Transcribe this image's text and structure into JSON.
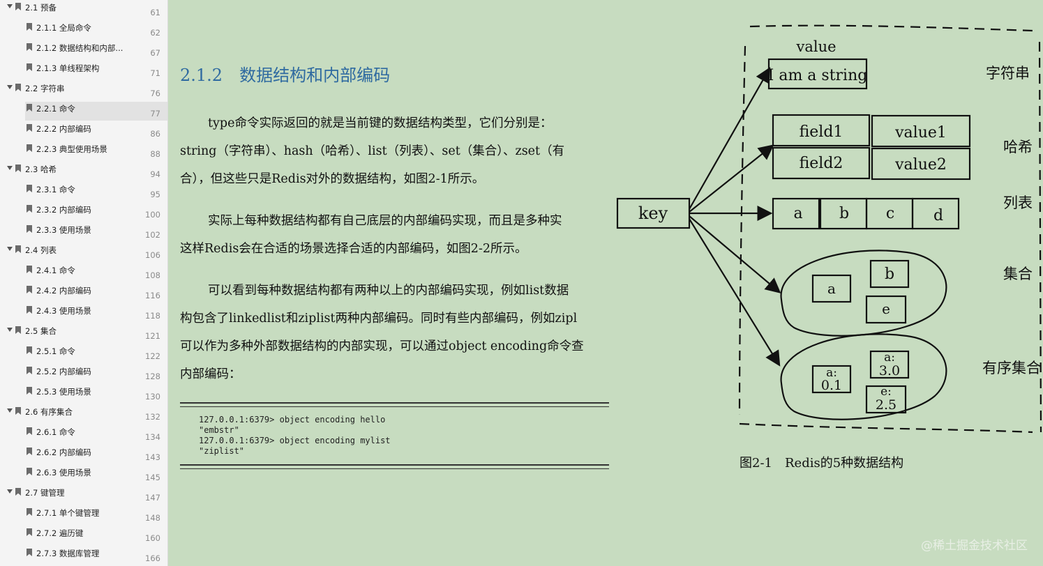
{
  "toc": [
    {
      "level": 1,
      "label": "2.1 预备",
      "page": "61",
      "expanded": true
    },
    {
      "level": 2,
      "label": "2.1.1 全局命令",
      "page": "62"
    },
    {
      "level": 2,
      "label": "2.1.2 数据结构和内部...",
      "page": "67"
    },
    {
      "level": 2,
      "label": "2.1.3 单线程架构",
      "page": "71"
    },
    {
      "level": 1,
      "label": "2.2 字符串",
      "page": "76",
      "expanded": true
    },
    {
      "level": 2,
      "label": "2.2.1 命令",
      "page": "77",
      "selected": true
    },
    {
      "level": 2,
      "label": "2.2.2 内部编码",
      "page": "86"
    },
    {
      "level": 2,
      "label": "2.2.3 典型使用场景",
      "page": "88"
    },
    {
      "level": 1,
      "label": "2.3 哈希",
      "page": "94",
      "expanded": true
    },
    {
      "level": 2,
      "label": "2.3.1 命令",
      "page": "95"
    },
    {
      "level": 2,
      "label": "2.3.2 内部编码",
      "page": "100"
    },
    {
      "level": 2,
      "label": "2.3.3 使用场景",
      "page": "102"
    },
    {
      "level": 1,
      "label": "2.4 列表",
      "page": "106",
      "expanded": true
    },
    {
      "level": 2,
      "label": "2.4.1 命令",
      "page": "108"
    },
    {
      "level": 2,
      "label": "2.4.2 内部编码",
      "page": "116"
    },
    {
      "level": 2,
      "label": "2.4.3 使用场景",
      "page": "118"
    },
    {
      "level": 1,
      "label": "2.5 集合",
      "page": "121",
      "expanded": true
    },
    {
      "level": 2,
      "label": "2.5.1 命令",
      "page": "122"
    },
    {
      "level": 2,
      "label": "2.5.2 内部编码",
      "page": "128"
    },
    {
      "level": 2,
      "label": "2.5.3 使用场景",
      "page": "130"
    },
    {
      "level": 1,
      "label": "2.6 有序集合",
      "page": "132",
      "expanded": true
    },
    {
      "level": 2,
      "label": "2.6.1 命令",
      "page": "134"
    },
    {
      "level": 2,
      "label": "2.6.2 内部编码",
      "page": "143"
    },
    {
      "level": 2,
      "label": "2.6.3 使用场景",
      "page": "145"
    },
    {
      "level": 1,
      "label": "2.7 键管理",
      "page": "147",
      "expanded": true
    },
    {
      "level": 2,
      "label": "2.7.1 单个键管理",
      "page": "148"
    },
    {
      "level": 2,
      "label": "2.7.2 遍历键",
      "page": "160"
    },
    {
      "level": 2,
      "label": "2.7.3 数据库管理",
      "page": "166"
    }
  ],
  "section": {
    "title": "2.1.2　数据结构和内部编码",
    "p1": [
      "type命令实际返回的就是当前键的数据结构类型，它们分别是：",
      "string（字符串）、hash（哈希）、list（列表）、set（集合）、zset（有",
      "合），但这些只是Redis对外的数据结构，如图2-1所示。"
    ],
    "p2": [
      "实际上每种数据结构都有自己底层的内部编码实现，而且是多种实",
      "这样Redis会在合适的场景选择合适的内部编码，如图2-2所示。"
    ],
    "p3": [
      "可以看到每种数据结构都有两种以上的内部编码实现，例如list数据",
      "构包含了linkedlist和ziplist两种内部编码。同时有些内部编码，例如zipl",
      "可以作为多种外部数据结构的内部实现，可以通过object encoding命令查",
      "内部编码："
    ]
  },
  "code": [
    "127.0.0.1:6379> object encoding hello",
    "\"embstr\"",
    "127.0.0.1:6379> object encoding mylist",
    "\"ziplist\""
  ],
  "figure": {
    "key": "key",
    "string_header": "value",
    "string_value": "I am a string",
    "string_label": "字符串",
    "hash_fields": [
      "field1",
      "field2"
    ],
    "hash_values": [
      "value1",
      "value2"
    ],
    "hash_label": "哈希",
    "list_items": [
      "a",
      "b",
      "c",
      "d"
    ],
    "list_label": "列表",
    "set_items": [
      "a",
      "b",
      "e"
    ],
    "set_label": "集合",
    "zset_items": [
      "a:",
      "0.1",
      "a:",
      "3.0",
      "e:",
      "2.5"
    ],
    "zset_label": "有序集合"
  },
  "caption": "图2-1　Redis的5种数据结构",
  "watermark": "@稀土掘金技术社区"
}
